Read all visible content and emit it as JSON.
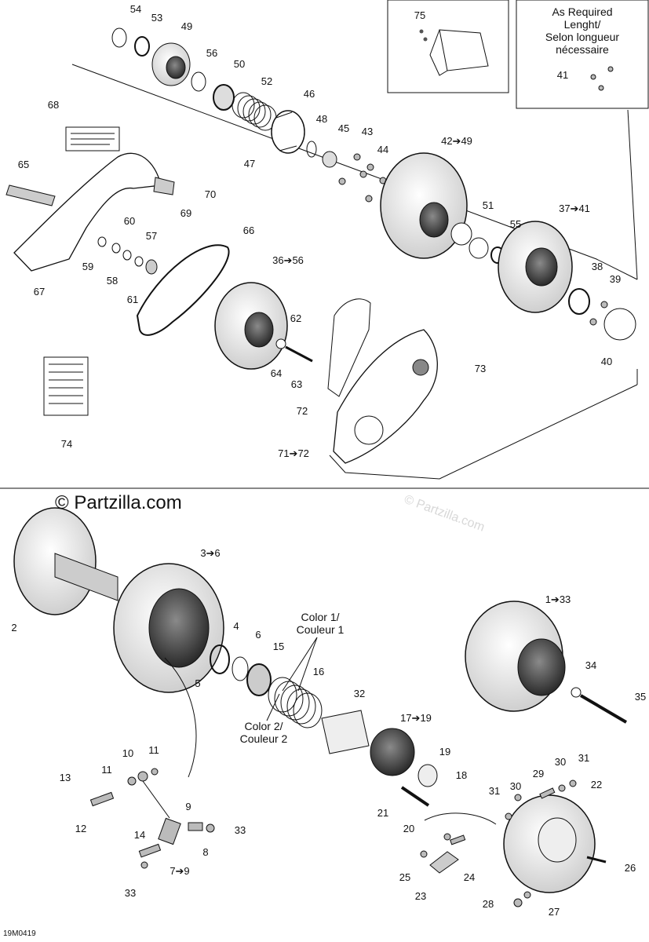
{
  "diagram_code": "19M0419",
  "watermark": "© Partzilla.com",
  "watermark_faint": "© Partzilla.com",
  "note": {
    "line1": "As Required",
    "line2": "Lenght/",
    "line3": "Selon longueur",
    "line4": "nécessaire"
  },
  "color_labels": {
    "c1_line1": "Color 1/",
    "c1_line2": "Couleur 1",
    "c2_line1": "Color 2/",
    "c2_line2": "Couleur 2"
  },
  "callouts": {
    "top": [
      "54",
      "53",
      "49",
      "56",
      "50",
      "52",
      "46",
      "48",
      "45",
      "43",
      "44",
      "47",
      "42➔49",
      "68",
      "65",
      "70",
      "69",
      "60",
      "57",
      "59",
      "58",
      "61",
      "66",
      "36➔56",
      "51",
      "55",
      "37➔41",
      "38",
      "39",
      "40",
      "62",
      "64",
      "63",
      "73",
      "72",
      "71➔72",
      "74",
      "75",
      "41",
      "67"
    ],
    "bottom": [
      "3➔6",
      "2",
      "4",
      "6",
      "15",
      "5",
      "16",
      "32",
      "17➔19",
      "19",
      "18",
      "1➔33",
      "34",
      "35",
      "13",
      "11",
      "10",
      "11",
      "12",
      "9",
      "8",
      "33",
      "14",
      "7➔9",
      "33",
      "21",
      "20",
      "29",
      "30",
      "31",
      "31",
      "30",
      "22",
      "25",
      "24",
      "23",
      "26",
      "28",
      "27"
    ]
  }
}
